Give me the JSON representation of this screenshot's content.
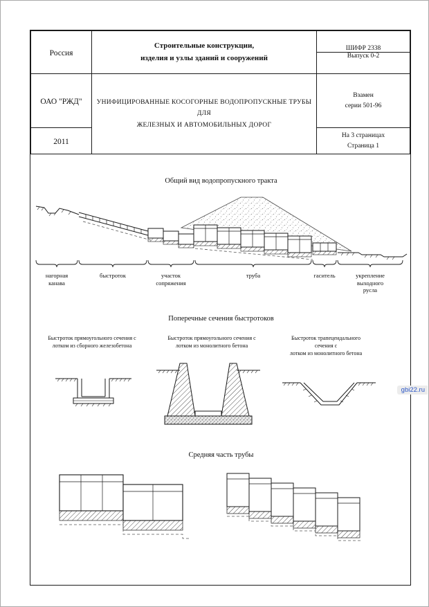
{
  "watermark": "gbi22.ru",
  "title_block": {
    "country": "Россия",
    "organization": "ОАО \"РЖД\"",
    "year": "2011",
    "series_title": "Строительные конструкции,\nизделия и узлы зданий и сооружений",
    "document_title": "УНИФИЦИРОВАННЫЕ КОСОГОРНЫЕ ВОДОПРОПУСКНЫЕ ТРУБЫ ДЛЯ\nЖЕЛЕЗНЫХ И АВТОМОБИЛЬНЫХ ДОРОГ",
    "code": "ШИФР 2338",
    "issue": "Выпуск 0-2",
    "replaces": "Взамен\nсерии 501-96",
    "pages": "На 3 страницах\nСтраница 1"
  },
  "general_view": {
    "title": "Общий вид водопропускного тракта",
    "labels": [
      {
        "text": "нагорная\nканава"
      },
      {
        "text": "быстроток"
      },
      {
        "text": "участок\nсопряжения"
      },
      {
        "text": "труба"
      },
      {
        "text": "гаситель"
      },
      {
        "text": "укрепление\nвыходного\nрусла"
      }
    ]
  },
  "cross_sections": {
    "title": "Поперечные сечения быстротоков",
    "captions": [
      "Быстроток прямоугольного сечения с\nлотком из сборного железобетона",
      "Быстроток прямоугольного сечения с\nлотком из монолитного бетона",
      "Быстроток трапецеидального сечения с\nлотком из монолитного бетона"
    ]
  },
  "middle_part": {
    "title": "Средняя часть трубы"
  }
}
